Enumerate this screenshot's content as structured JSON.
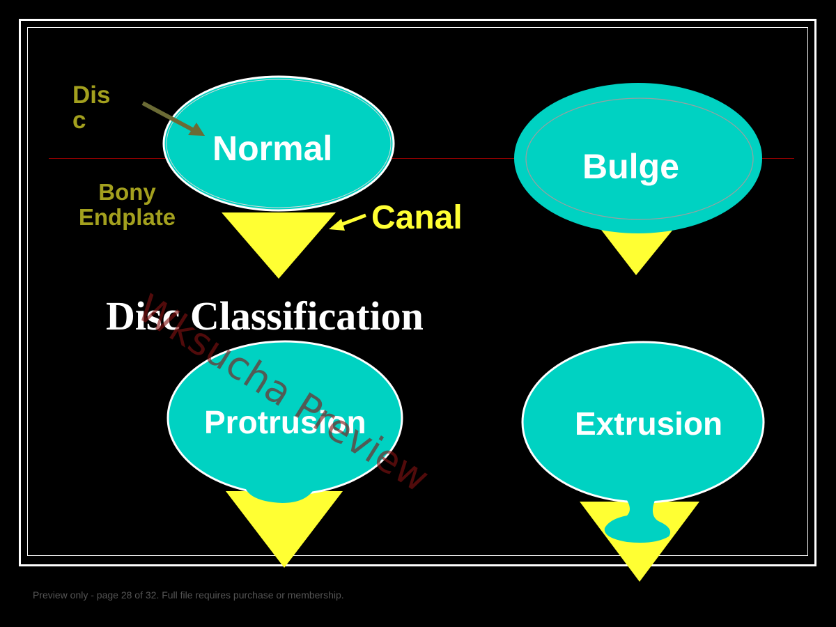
{
  "labels": {
    "disc": "Disc",
    "bony_endplate": "Bony Endplate",
    "canal": "Canal"
  },
  "shapes": {
    "normal": "Normal",
    "bulge": "Bulge",
    "protrusion": "Protrusion",
    "extrusion": "Extrusion"
  },
  "title": "Disc Classification",
  "watermark": "Wksucha Preview",
  "footer": "Preview only - page 28 of 32. Full file requires purchase or membership.",
  "colors": {
    "disc_fill": "#00d2c2",
    "canal_fill": "#ffff33",
    "label_olive": "#a3a01e",
    "arrow_olive": "#6b6b35",
    "midline": "#8b0000"
  }
}
